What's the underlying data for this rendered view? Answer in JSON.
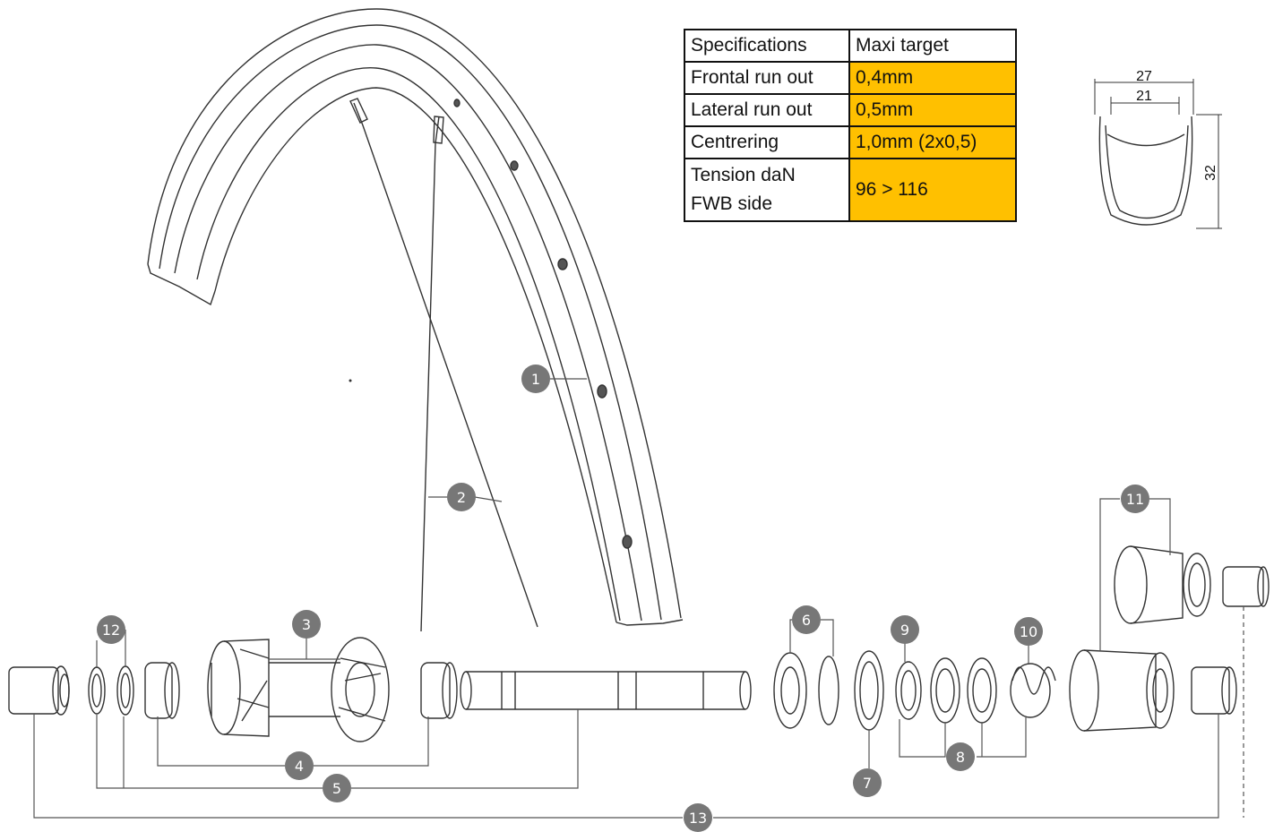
{
  "spec_table": {
    "header": [
      "Specifications",
      "Maxi target"
    ],
    "rows": [
      {
        "label": "Frontal run out",
        "value": "0,4mm"
      },
      {
        "label": "Lateral run out",
        "value": "0,5mm"
      },
      {
        "label": "Centrering",
        "value": "1,0mm (2x0,5)"
      },
      {
        "label": "Tension daN",
        "label2": "FWB side",
        "value": "96 > 116"
      }
    ],
    "highlight_color": "#ffc000"
  },
  "rim_profile": {
    "outer_width": "27",
    "inner_width": "21",
    "height": "32"
  },
  "callouts": [
    "1",
    "2",
    "3",
    "4",
    "5",
    "6",
    "7",
    "8",
    "9",
    "10",
    "11",
    "12",
    "13"
  ],
  "callout_color": "#777777"
}
